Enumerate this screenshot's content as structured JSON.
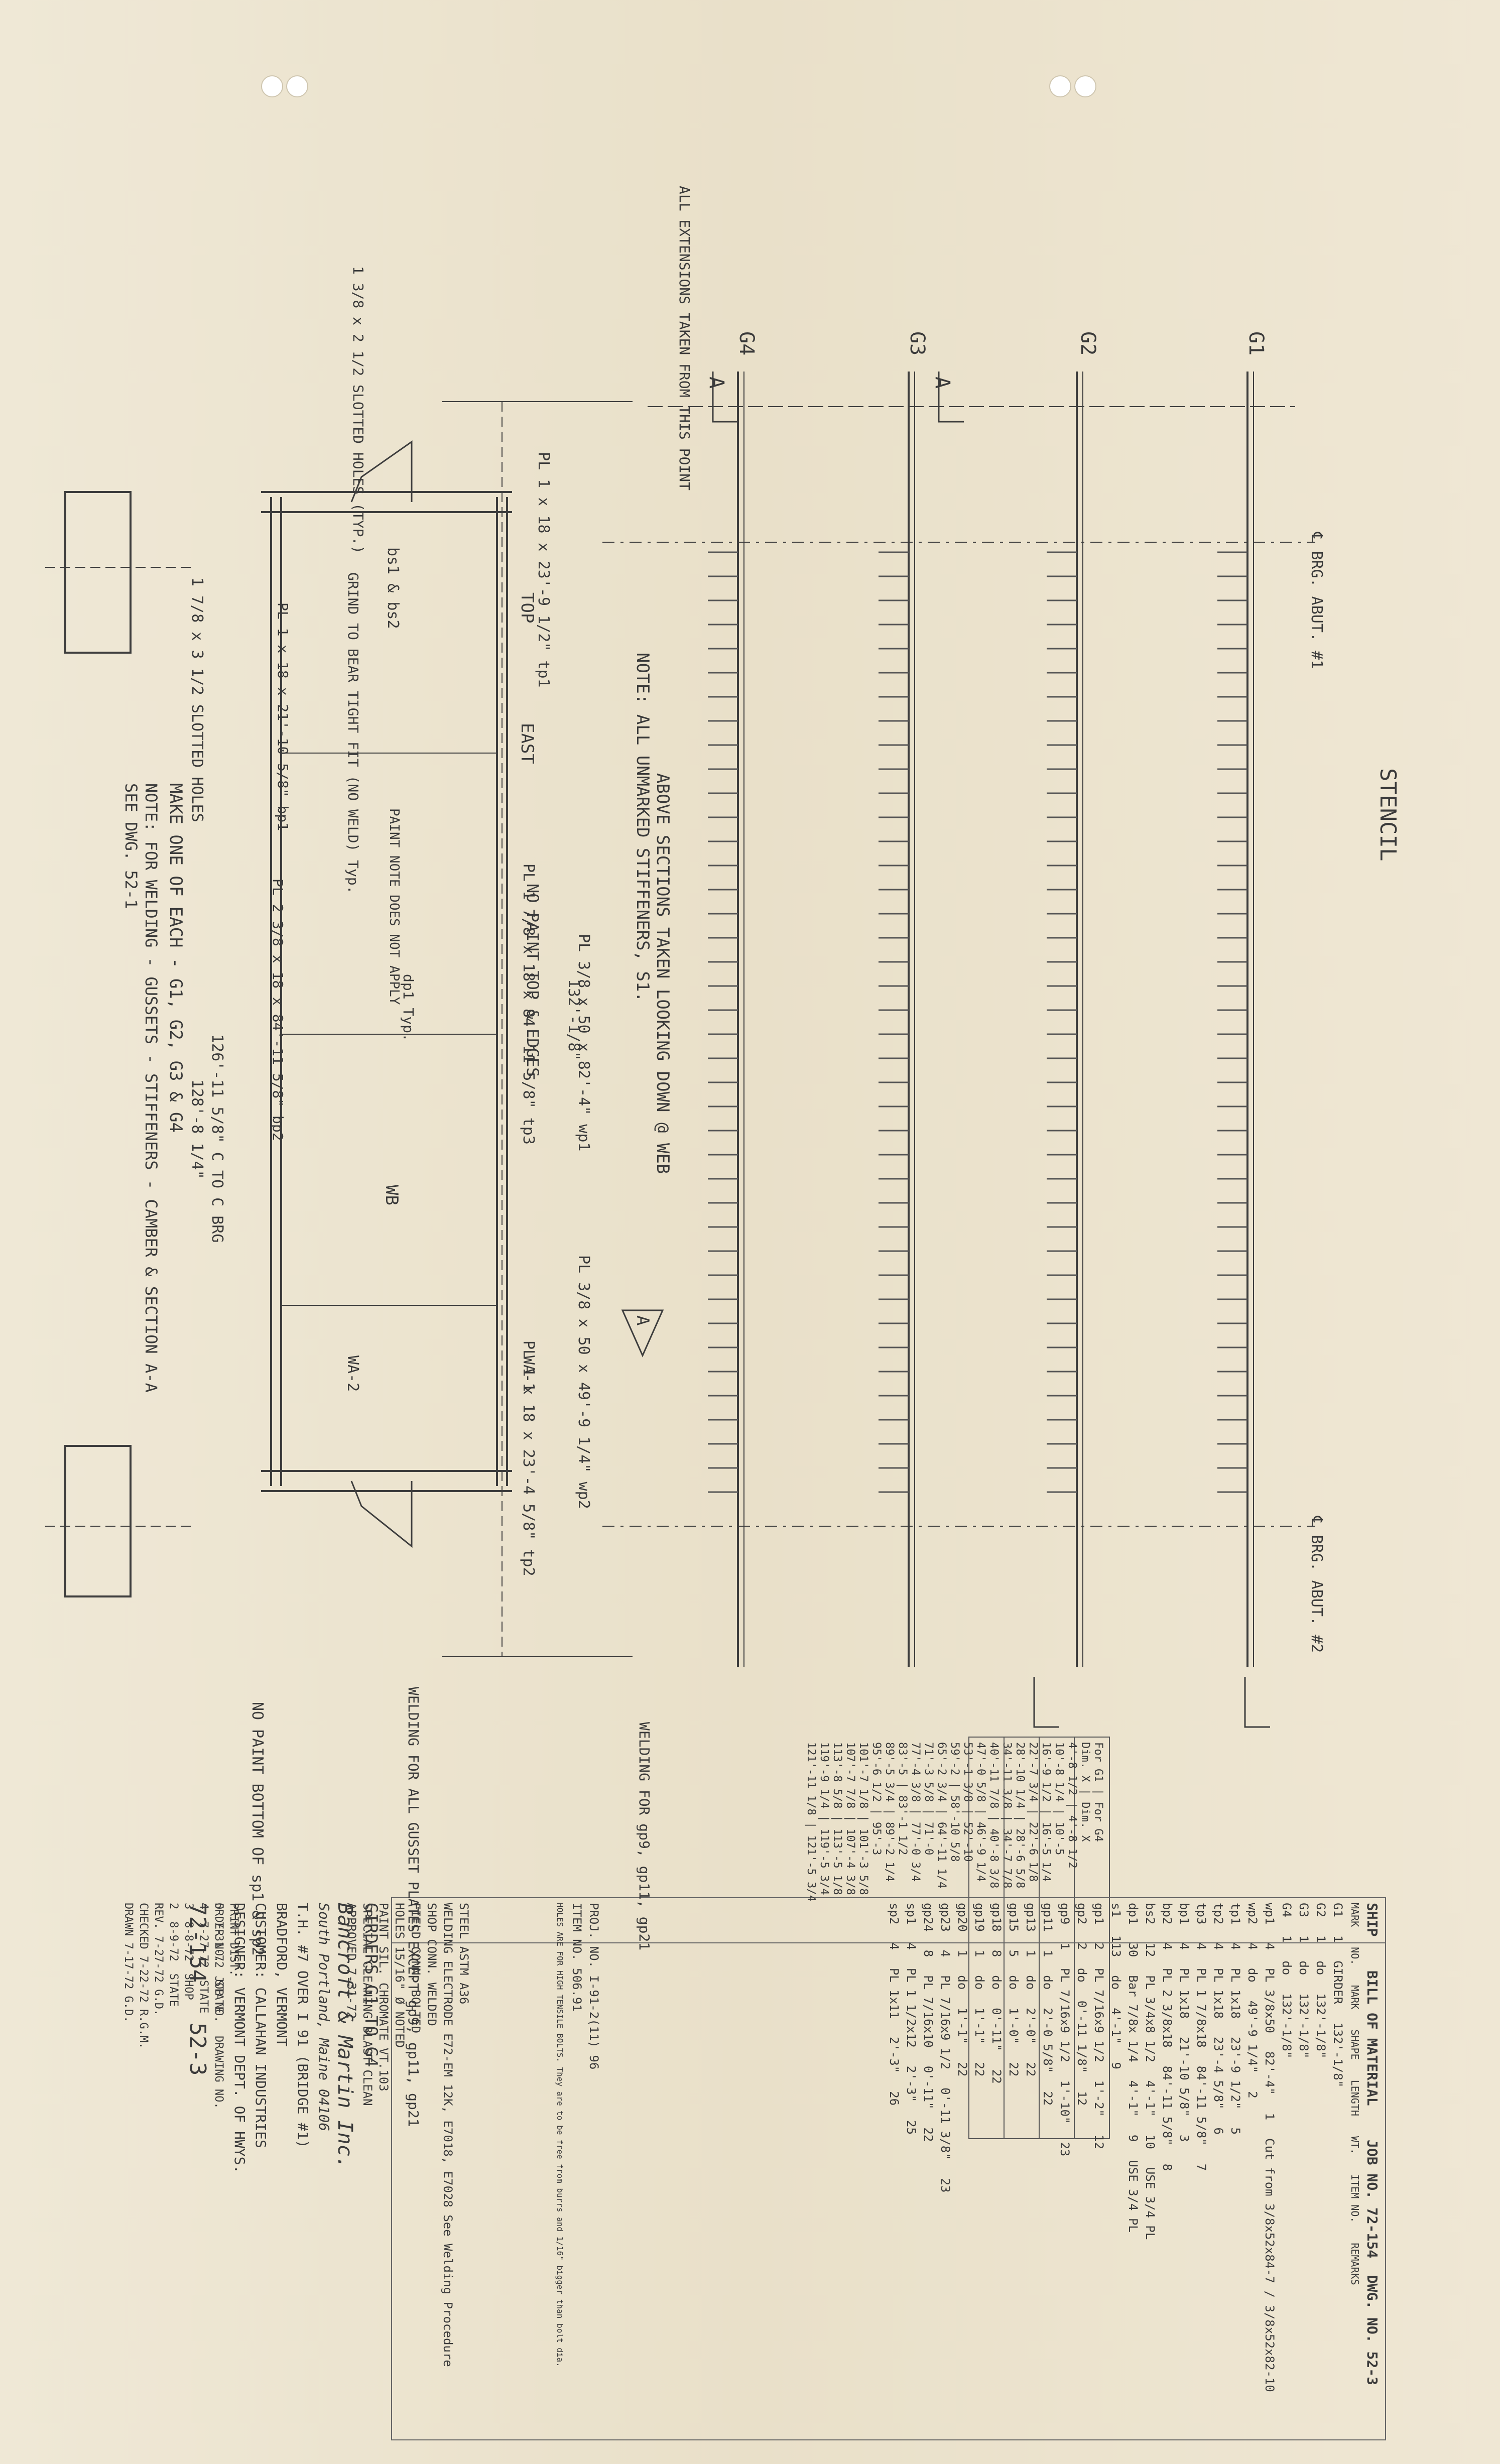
{
  "header": {
    "ship": "SHIP",
    "bill_title": "BILL OF MATERIAL",
    "job_no_label": "JOB NO.",
    "job_no": "72-154",
    "dwg_no_label": "DWG. NO.",
    "dwg_no": "52-3",
    "col_headers": [
      "MARK",
      "NO.",
      "MARK",
      "SHAPE",
      "LENGTH",
      "WT.",
      "ITEM NO.",
      "REMARKS"
    ]
  },
  "bom_rows": [
    {
      "mark": "G1",
      "no": "1",
      "shape": "GIRDER",
      "length": "132'-1/8\""
    },
    {
      "mark": "G2",
      "no": "1",
      "shape": "do",
      "length": "132'-1/8\""
    },
    {
      "mark": "G3",
      "no": "1",
      "shape": "do",
      "length": "132'-1/8\""
    },
    {
      "mark": "G4",
      "no": "1",
      "shape": "do",
      "length": "132'-1/8\""
    },
    {
      "no": "4",
      "mark": "wp1",
      "shape": "PL 3/8x50",
      "length": "82'-4\"",
      "item": "1",
      "remark": "Cut from 3/8x52x84-7 / 3/8x52x82-10"
    },
    {
      "no": "4",
      "mark": "wp2",
      "shape": "do",
      "length": "49'-9 1/4\"",
      "item": "2"
    },
    {
      "no": "4",
      "mark": "tp1",
      "shape": "PL 1x18",
      "length": "23'-9 1/2\"",
      "item": "5"
    },
    {
      "no": "4",
      "mark": "tp2",
      "shape": "PL 1x18",
      "length": "23'-4 5/8\"",
      "item": "6"
    },
    {
      "no": "4",
      "mark": "tp3",
      "shape": "PL 1 7/8x18",
      "length": "84'-11 5/8\"",
      "item": "7"
    },
    {
      "no": "4",
      "mark": "bp1",
      "shape": "PL 1x18",
      "length": "21'-10 5/8\"",
      "item": "3"
    },
    {
      "no": "4",
      "mark": "bp2",
      "shape": "PL 2 3/8x18",
      "length": "84'-11 5/8\"",
      "item": "8"
    },
    {
      "no": "12",
      "mark": "bs2",
      "shape": "PL 3/4x8 1/2",
      "length": "4'-1\"",
      "item": "10",
      "remark": "USE 3/4 PL"
    },
    {
      "no": "30",
      "mark": "dp1",
      "shape": "Bar 7/8x 1/4",
      "length": "4'-1\"",
      "item": "9",
      "remark": "USE 3/4 PL"
    },
    {
      "no": "113",
      "mark": "s1",
      "shape": "do",
      "length": "4'-1\"",
      "item": "9"
    },
    {
      "no": "2",
      "mark": "gp1",
      "shape": "PL 7/16x9 1/2",
      "length": "1'-2\"",
      "item": "12"
    },
    {
      "no": "2",
      "mark": "gp2",
      "shape": "do",
      "length": "0'-11 1/8\"",
      "item": "12"
    },
    {
      "no": "1",
      "mark": "gp9",
      "shape": "PL 7/16x9 1/2",
      "length": "1'-10\"",
      "item": "23"
    },
    {
      "no": "1",
      "mark": "gp11",
      "shape": "do",
      "length": "2'-0 5/8\"",
      "item": "22"
    },
    {
      "no": "1",
      "mark": "gp13",
      "shape": "do",
      "length": "2'-0\"",
      "item": "22"
    },
    {
      "no": "5",
      "mark": "gp15",
      "shape": "do",
      "length": "1'-0\"",
      "item": "22"
    },
    {
      "no": "8",
      "mark": "gp18",
      "shape": "do",
      "length": "0'-11\"",
      "item": "22"
    },
    {
      "no": "1",
      "mark": "gp19",
      "shape": "do",
      "length": "1'-1\"",
      "item": "22"
    },
    {
      "no": "1",
      "mark": "gp20",
      "shape": "do",
      "length": "1'-1\"",
      "item": "22"
    },
    {
      "no": "4",
      "mark": "gp23",
      "shape": "PL 7/16x9 1/2",
      "length": "0'-11 3/8\"",
      "item": "23"
    },
    {
      "no": "8",
      "mark": "gp24",
      "shape": "PL 7/16x10",
      "length": "0'-11\"",
      "item": "22"
    },
    {
      "no": "4",
      "mark": "sp1",
      "shape": "PL 1 1/2x12",
      "length": "2'-3\"",
      "item": "25"
    },
    {
      "no": "4",
      "mark": "sp2",
      "shape": "PL 1x11",
      "length": "2'-3\"",
      "item": "26"
    }
  ],
  "proj": {
    "proj_no": "PROJ. NO. I-91-2(11) 96",
    "item_no": "ITEM NO. 506.91",
    "hole_note": "HOLES ARE FOR HIGH TENSILE BOLTS. They are to be free from burrs and 1/16\" bigger than bolt dia.",
    "steel": "STEEL ASTM A36",
    "welding_electrode": "WELDING ELECTRODE E72-EM 12K, E7018, E7028 See Welding Procedure",
    "shop_conn": "SHOP CONN. WELDED",
    "field_conn": "FIELD CONN. BOLTED",
    "holes": "HOLES 15/16\" Ø NOTED",
    "paint": "PAINT SIL. CHROMATE VT.103",
    "cleaning": "SPECIAL CLEANING BLAST CLEAN",
    "approved": "APPROVED 7-31-72"
  },
  "title": {
    "subject": "GIRDERS G1 TO G4",
    "fabricator": "Bancroft & Martin Inc.",
    "fab_city": "South Portland, Maine 04106",
    "customer_label": "CUSTOMER:",
    "customer": "CALLAHAN INDUSTRIES",
    "designer_label": "DESIGNER:",
    "designer": "VERMONT DEPT. OF HWYS.",
    "job_desc": "T.H. #7 OVER I 91 (BRIDGE #1)",
    "location": "BRADFORD, VERMONT",
    "order_no_label": "ORDER NO.",
    "job_no_label": "JOB NO.",
    "drawing_no_label": "DRAWING NO.",
    "order_no": "72-154",
    "drawing_no": "52-3"
  },
  "revisions": [
    {
      "rev": "5",
      "date": "7-31-72",
      "by": "STATE"
    },
    {
      "rev": "4",
      "date": "7-27-72",
      "by": "STATE"
    },
    {
      "rev": "3",
      "date": "8-8-72",
      "by": "SHOP"
    },
    {
      "rev": "2",
      "date": "8-9-72",
      "by": "STATE"
    }
  ],
  "drawn": {
    "rev_label": "REV.",
    "checked_label": "CHECKED",
    "drawn_label": "DRAWN",
    "rev_date": "7-27-72",
    "rev_by": "G.D.",
    "checked_date": "7-22-72",
    "checked_by": "R.G.M.",
    "drawn_date": "7-17-72",
    "drawn_by": "G.D.",
    "print_dist": "PRINT DIST."
  },
  "girder_labels": [
    "G4",
    "G3",
    "G2",
    "G1"
  ],
  "notes": {
    "extensions": "ALL EXTENSIONS TAKEN FROM THIS POINT",
    "stencil": "STENCIL",
    "brg1": "℄ BRG. ABUT. #1",
    "brg2": "℄ BRG. ABUT. #2",
    "above_sections": "ABOVE SECTIONS TAKEN LOOKING DOWN @ WEB",
    "unmarked": "NOTE: ALL UNMARKED STIFFENERS, S1.",
    "make_one": "MAKE ONE OF EACH - G1, G2, G3 & G4",
    "note_welding": "NOTE: FOR WELDING - GUSSETS - STIFFENERS - CAMBER & SECTION A-A",
    "see_dwg": "SEE DWG. 52-1",
    "slotted": "1 7/8 x 3 1/2 SLOTTED HOLES",
    "slotted_top": "1 3/8 x 2 1/2 SLOTTED HOLES (TYP.)",
    "grind": "GRIND TO BEAR TIGHT FIT (NO WELD) Typ.",
    "paint_note": "PAINT NOTE DOES NOT APPLY",
    "no_paint_top": "NO PAINT TOP & EDGES",
    "no_paint_bottom": "NO PAINT BOTTOM OF sp1 & sp2",
    "welding_gusset": "WELDING FOR ALL GUSSET PLATES EXCEPT gp9, gp11, gp21",
    "welding_for": "WELDING FOR gp9, gp11, gp21",
    "top": "TOP",
    "east": "EAST",
    "c_to_c": "126'-11 5/8\" C TO C BRG",
    "overall": "128'-8 1/4\"",
    "len_132": "132'-1/8\"",
    "tp1": "PL 1 x 18 x 23'-9 1/2\" tp1",
    "tp3": "PL 1 7/8 x 18 x 84'-11 5/8\" tp3",
    "tp2": "PL 1 x 18 x 23'-4 5/8\" tp2",
    "wp1": "PL 3/8 x 50 x 82'-4\" wp1",
    "wp2": "PL 3/8 x 50 x 49'-9 1/4\" wp2",
    "bp1": "PL 1 x 18 x 21'-10 5/8\" bp1",
    "bp2": "PL 2 3/8 x 18 x 84'-11 5/8\" bp2",
    "bs": "bs1 & bs2",
    "dp1": "dp1 Typ.",
    "wb": "WB",
    "wa1": "WA-1",
    "wa2": "WA-2"
  },
  "camber_table": {
    "headers": [
      "For G1",
      "For G4",
      "Dim. X",
      "Dim. X"
    ],
    "rows": [
      [
        "4'-8 1/2",
        "4'-8 1/2"
      ],
      [
        "10'-8 1/4",
        "10'-5"
      ],
      [
        "16'-9 1/2",
        "16'-5 1/4"
      ],
      [
        "22'-7 3/4",
        "22'-6 1/8"
      ],
      [
        "28'-10 1/4",
        "28'-6 5/8"
      ],
      [
        "34'-11 3/8",
        "34'-7 7/8"
      ],
      [
        "40'-11 7/8",
        "40'-8 3/8"
      ],
      [
        "47'-0 5/8",
        "46'-9 1/4"
      ],
      [
        "53'-1 3/8",
        "52'-10"
      ],
      [
        "59'-2",
        "58'-10 5/8"
      ],
      [
        "65'-2 3/4",
        "64'-11 1/4"
      ],
      [
        "71'-3 5/8",
        "71'-0"
      ],
      [
        "77'-4 3/8",
        "77'-0 3/4"
      ],
      [
        "83'-5",
        "83'-1 1/2"
      ],
      [
        "89'-5 3/4",
        "89'-2 1/4"
      ],
      [
        "95'-6 1/2",
        "95'-3"
      ],
      [
        "101'-7 1/8",
        "101'-3 5/8"
      ],
      [
        "107'-7 7/8",
        "107'-4 3/8"
      ],
      [
        "113'-8 5/8",
        "113'-5 1/8"
      ],
      [
        "119'-9 1/4",
        "119'-5 3/4"
      ],
      [
        "121'-11 1/8",
        "121'-5 3/4"
      ]
    ]
  },
  "stamp": "A",
  "section_marks": [
    "A",
    "A"
  ]
}
